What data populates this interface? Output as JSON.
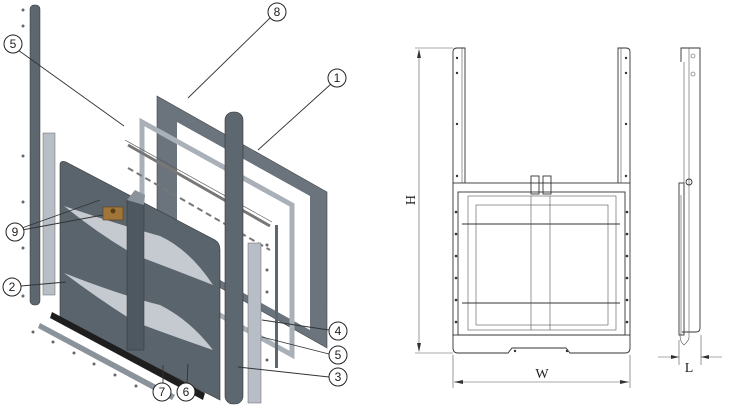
{
  "exploded_view": {
    "callouts": [
      "5",
      "8",
      "1",
      "9",
      "2",
      "4",
      "5",
      "3",
      "7",
      "6"
    ]
  },
  "dimension_drawing": {
    "height_label": "H",
    "width_label": "W",
    "depth_label": "L"
  },
  "colors": {
    "steel_dark": "#5d6770",
    "steel_light": "#b8bec6",
    "brass_block": "#a0753a",
    "rubber": "#1e1e1e"
  }
}
